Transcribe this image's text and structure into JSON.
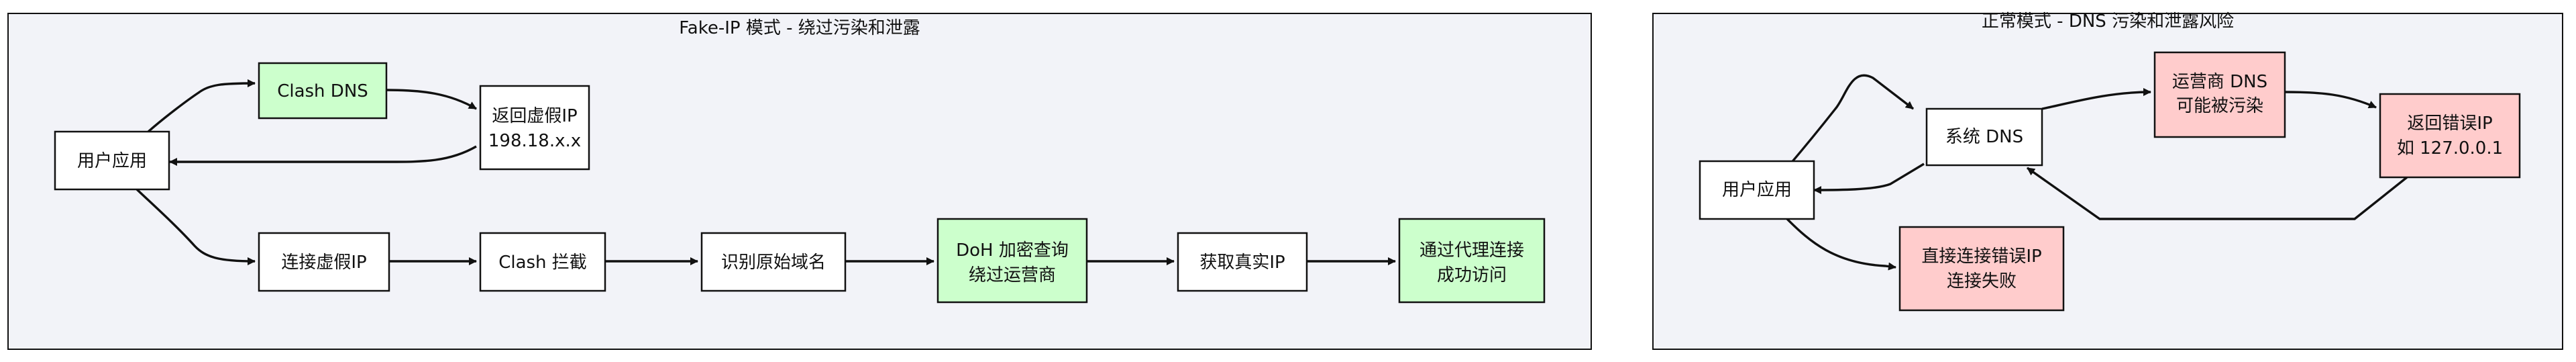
{
  "colors": {
    "stroke": "#111111",
    "panel_fill": "#f2f3f8",
    "node_fill": "#ffffff",
    "green_fill": "#ccffcc",
    "red_fill": "#ffcccc"
  },
  "left_panel": {
    "title": "Fake-IP 模式 - 绕过污染和泄露",
    "nodes": {
      "user_app": [
        "用户应用"
      ],
      "clash_dns": [
        "Clash DNS"
      ],
      "fake_ip_return": [
        "返回虚假IP",
        "198.18.x.x"
      ],
      "connect_fake_ip": [
        "连接虚假IP"
      ],
      "clash_intercept": [
        "Clash 拦截"
      ],
      "identify_domain": [
        "识别原始域名"
      ],
      "doh_query": [
        "DoH 加密查询",
        "绕过运营商"
      ],
      "get_real_ip": [
        "获取真实IP"
      ],
      "proxy_connect": [
        "通过代理连接",
        "成功访问"
      ]
    }
  },
  "right_panel": {
    "title": "正常模式 - DNS 污染和泄露风险",
    "nodes": {
      "user_app": [
        "用户应用"
      ],
      "system_dns": [
        "系统 DNS"
      ],
      "isp_dns": [
        "运营商 DNS",
        "可能被污染"
      ],
      "wrong_ip": [
        "返回错误IP",
        "如 127.0.0.1"
      ],
      "connect_fail": [
        "直接连接错误IP",
        "连接失败"
      ]
    }
  }
}
